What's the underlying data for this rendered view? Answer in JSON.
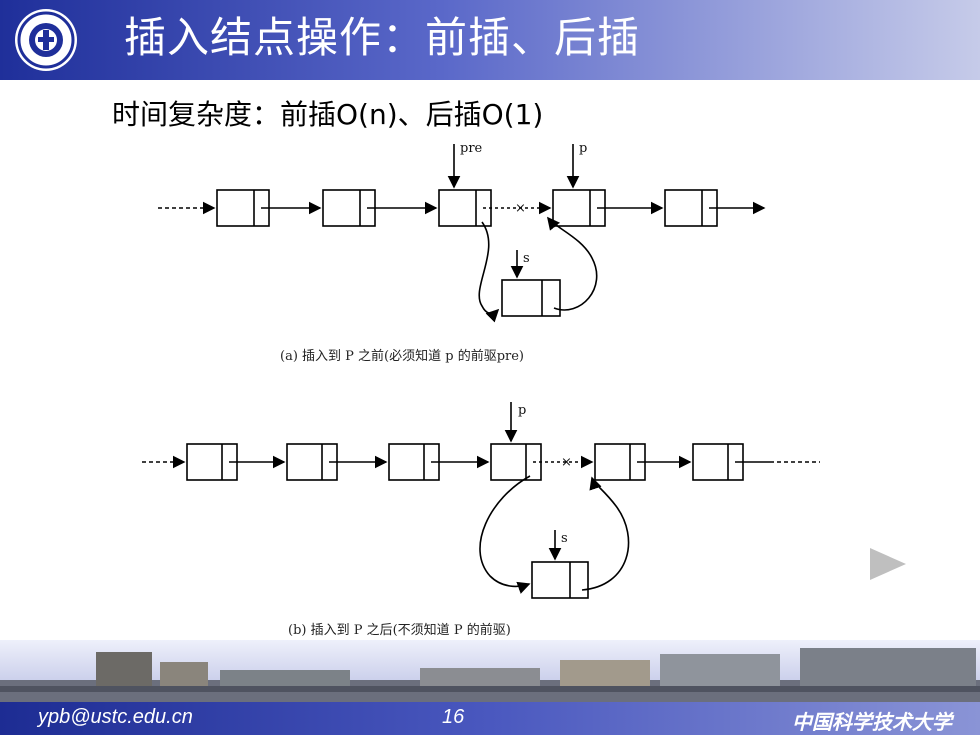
{
  "header": {
    "title": "插入结点操作：前插、后插"
  },
  "content": {
    "subtitle": "时间复杂度：前插O(n)、后插O(1)",
    "figure_a": {
      "caption": "(a) 插入到 P 之前(必须知道 p 的前驱pre)",
      "pointer_pre": "pre",
      "pointer_p": "p",
      "pointer_s": "s",
      "break_mark": "×"
    },
    "figure_b": {
      "caption": "(b) 插入到 P 之后(不须知道 P 的前驱)",
      "pointer_p": "p",
      "pointer_s": "s",
      "break_mark": "×"
    }
  },
  "footer": {
    "email": "ypb@ustc.edu.cn",
    "page": "16",
    "university": "中国科学技术大学"
  },
  "colors": {
    "header_start": "#1f2f9a",
    "header_end": "#c6cbe9",
    "footer": "#1d2c93",
    "next_arrow": "#bfbfbf"
  }
}
